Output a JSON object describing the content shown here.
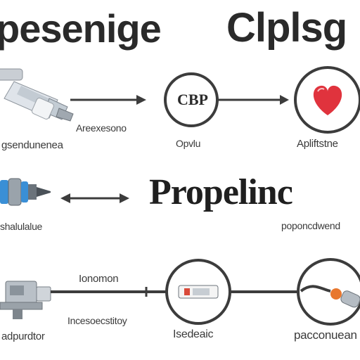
{
  "titles": {
    "left": "pesenige",
    "right": "Clplsg",
    "middle": "Propelinc"
  },
  "row1": {
    "circle1_text": "CBP",
    "label_arrow": "Areexesono",
    "label_left": "gsendunenea",
    "label_mid": "Opvlu",
    "label_right": "Apliftstne"
  },
  "row2": {
    "label_left": "shalulalue",
    "label_right": "poponcdwend"
  },
  "row3": {
    "label_top": "Ionomon",
    "label_left": "Incesoecstitoy",
    "label_mid": "Isedeaic",
    "label_right": "pacconuean",
    "label_bottom_left": "adpurdtor"
  },
  "colors": {
    "heart": "#e0333d",
    "accent_blue": "#3a8fd6",
    "accent_orange": "#e8772e",
    "line": "#3c3c3c"
  },
  "icons": [
    "syringe-icon",
    "heart-icon",
    "plug-icon",
    "pump-icon",
    "capsule-icon",
    "connector-icon"
  ]
}
